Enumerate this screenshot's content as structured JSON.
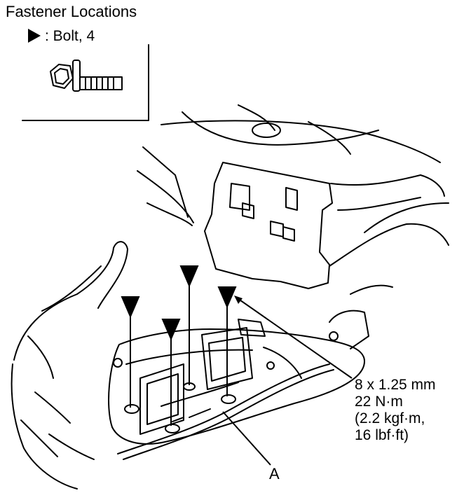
{
  "title": "Fastener Locations",
  "legend": {
    "marker_icon": "triangle-marker-icon",
    "text": ": Bolt, 4"
  },
  "torque_spec": {
    "size": "8 x 1.25 mm",
    "nm": "22 N·m",
    "kgfm": "(2.2 kgf·m,",
    "lbfft": "16 lbf·ft)"
  },
  "callout_a": "A"
}
